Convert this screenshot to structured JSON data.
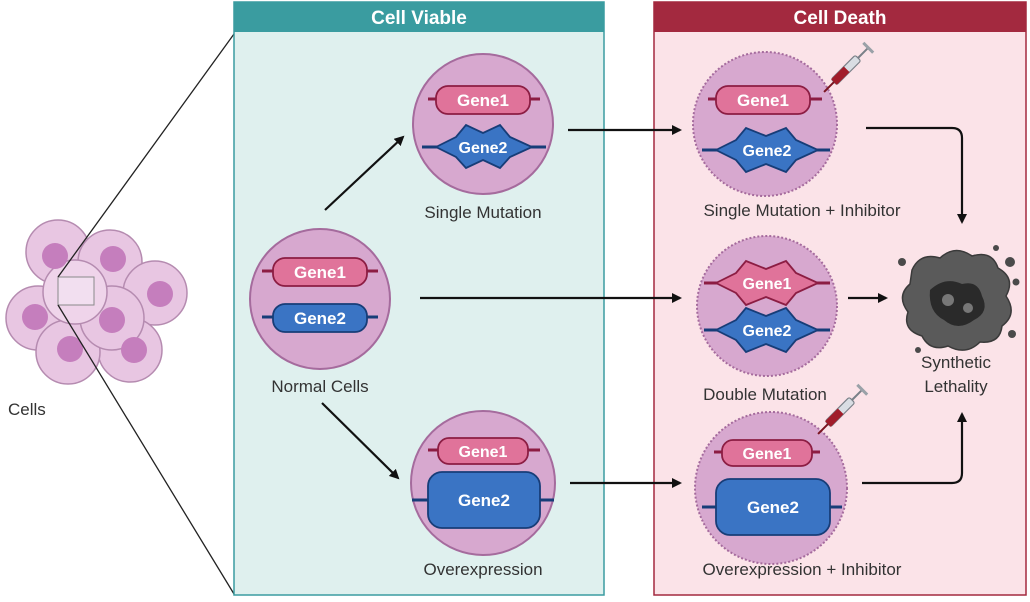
{
  "cells_label": "Cells",
  "panels": {
    "viable": {
      "title": "Cell Viable"
    },
    "death": {
      "title": "Cell Death"
    }
  },
  "genes": {
    "gene1": "Gene1",
    "gene2": "Gene2"
  },
  "labels": {
    "normal": "Normal Cells",
    "single_mutation": "Single Mutation",
    "overexpression": "Overexpression",
    "single_mutation_inhibitor": "Single Mutation + Inhibitor",
    "double_mutation": "Double Mutation",
    "overexpression_inhibitor": "Overexpression + Inhibitor",
    "synthetic_1": "Synthetic",
    "synthetic_2": "Lethality"
  },
  "colors": {
    "viable_header": "#3a9ca0",
    "viable_bg": "#dff0ee",
    "death_header": "#a3293f",
    "death_bg": "#fbe3e8",
    "cell_fill": "#d7a8cf",
    "cell_stroke": "#a56b9d",
    "gene1": "#e0739a",
    "gene2": "#3a74c4"
  }
}
